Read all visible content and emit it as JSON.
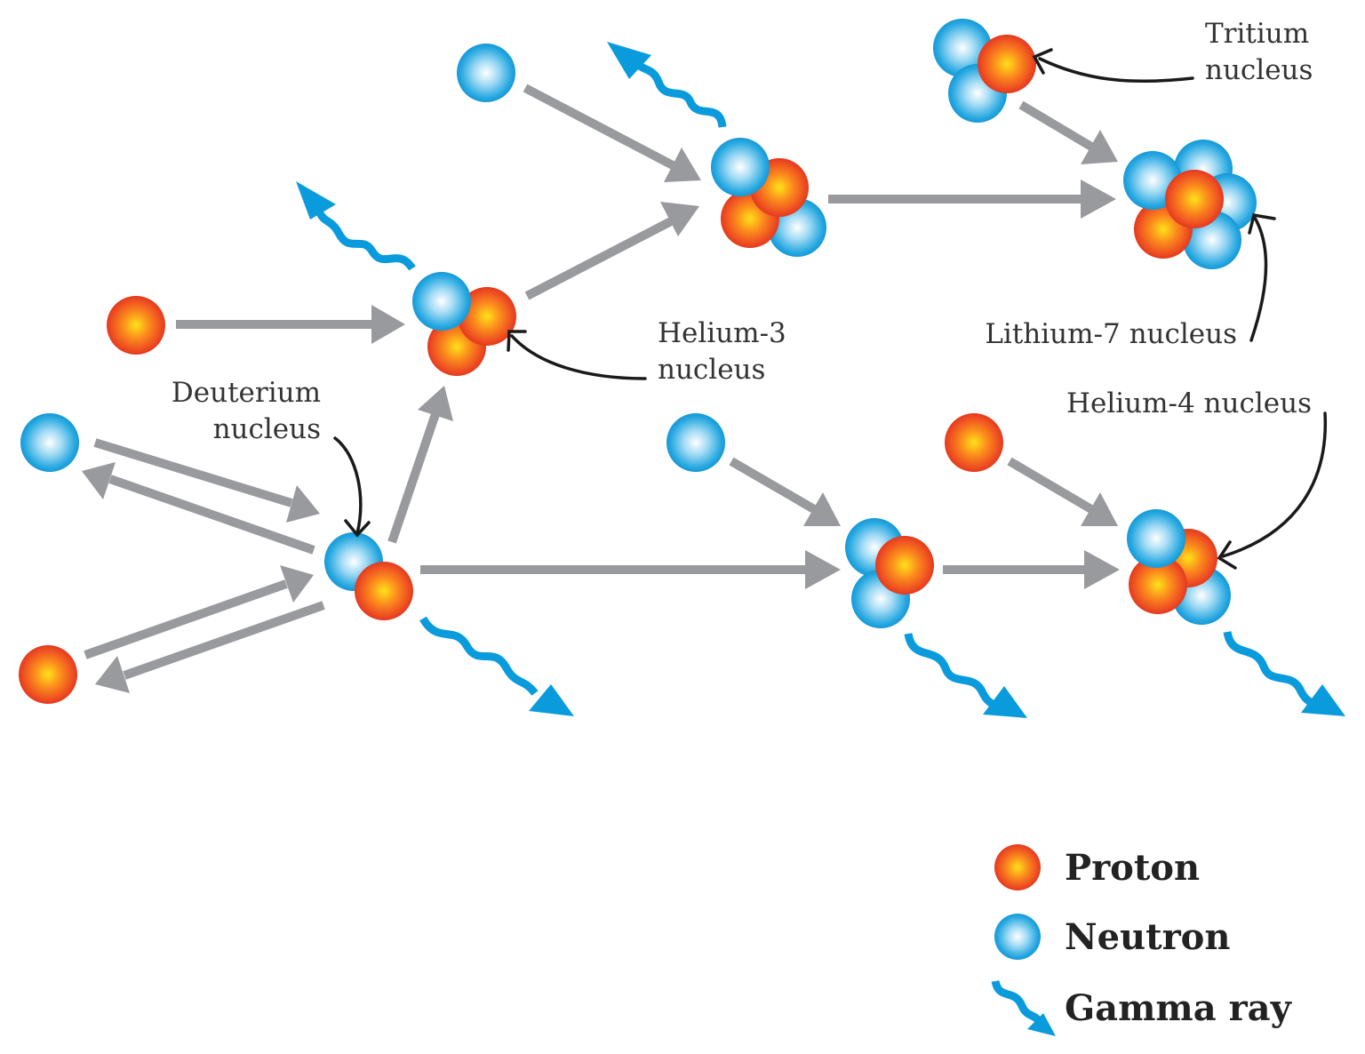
{
  "labels": {
    "tritium": [
      "Tritium",
      "nucleus"
    ],
    "helium3": [
      "Helium-3",
      "nucleus"
    ],
    "deuterium": [
      "Deuterium",
      "nucleus"
    ],
    "lithium7": "Lithium-7 nucleus",
    "helium4": "Helium-4 nucleus"
  },
  "legend": {
    "proton": "Proton",
    "neutron": "Neutron",
    "gamma": "Gamma ray"
  },
  "colors": {
    "proton_core": "#ffd21a",
    "proton_edge": "#e23a1e",
    "neutron_core": "#ffffff",
    "neutron_edge": "#1aa3df",
    "arrow": "#999a9d",
    "gamma": "#0a9bdc"
  }
}
